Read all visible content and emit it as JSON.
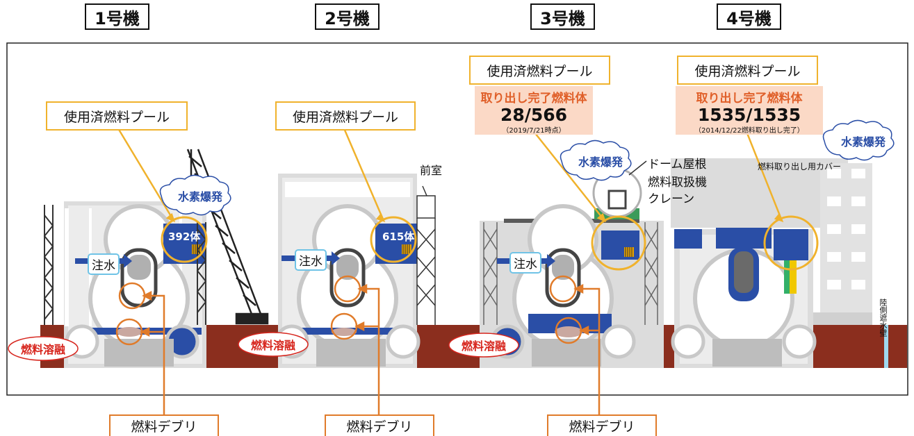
{
  "units": [
    {
      "label": "1号機",
      "pool_label": "使用済燃料プール",
      "pool_count": "392体",
      "water_injection": "注水",
      "hydrogen": "水素爆発",
      "meltdown": "燃料溶融",
      "debris": "燃料デブリ"
    },
    {
      "label": "2号機",
      "pool_label": "使用済燃料プール",
      "pool_count": "615体",
      "water_injection": "注水",
      "annex": "前室",
      "meltdown": "燃料溶融",
      "debris": "燃料デブリ"
    },
    {
      "label": "3号機",
      "pool_label": "使用済燃料プール",
      "fuel_removed_title": "取り出し完了燃料体",
      "fuel_removed_count": "28/566",
      "fuel_removed_note": "（2019/7/21時点）",
      "water_injection": "注水",
      "hydrogen": "水素爆発",
      "dome_roof": "ドーム屋根",
      "fuel_handler": "燃料取扱機",
      "crane": "クレーン",
      "meltdown": "燃料溶融",
      "debris": "燃料デブリ"
    },
    {
      "label": "4号機",
      "pool_label": "使用済燃料プール",
      "fuel_removed_title": "取り出し完了燃料体",
      "fuel_removed_count": "1535/1535",
      "fuel_removed_note": "（2014/12/22燃料取り出し完了）",
      "hydrogen": "水素爆発",
      "cover": "燃料取り出し用カバー",
      "seawall": "陸側遮水壁"
    }
  ],
  "colors": {
    "pool_border": "#f0b22c",
    "debris_border": "#e07b2a",
    "fuel_box_bg": "#fbd9c6",
    "fuel_title": "#e0602a",
    "pool_water": "#2a4ea6",
    "ground": "#8b2e1e",
    "structure": "#d9d9d9",
    "hydrogen_text": "#2a4ea6",
    "melt_text": "#d7261e"
  }
}
